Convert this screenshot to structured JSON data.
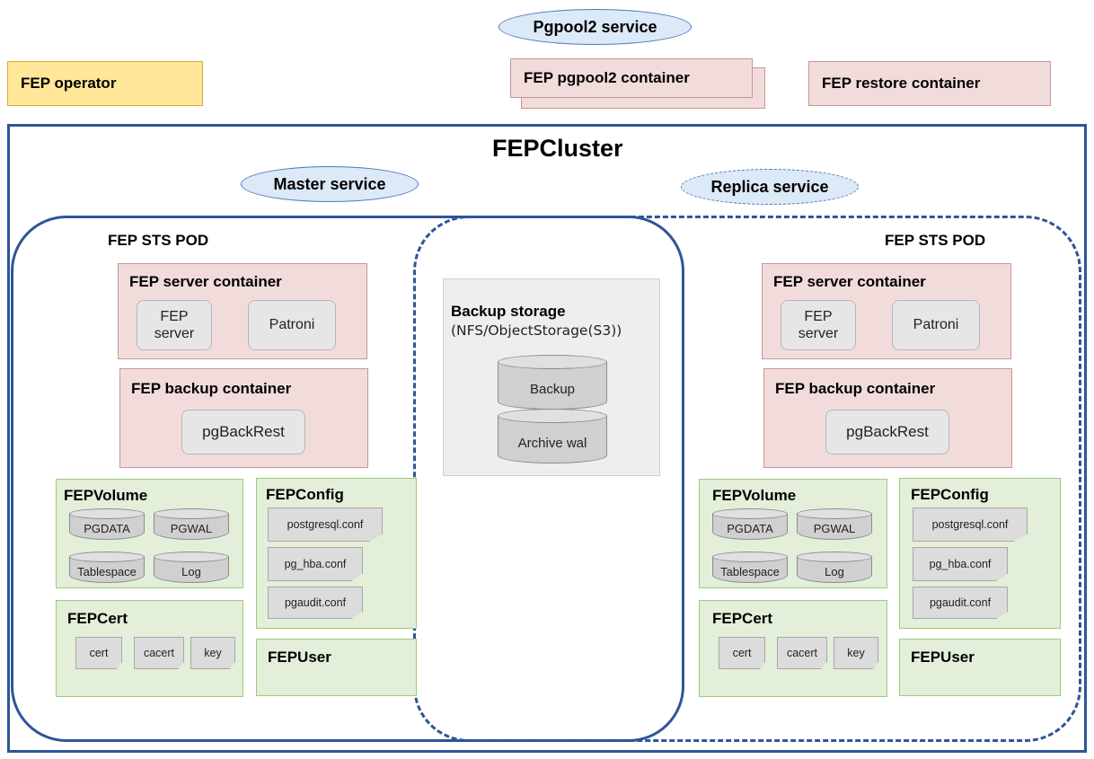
{
  "top": {
    "pgpool_service": "Pgpool2 service",
    "fep_operator": "FEP operator",
    "pgpool_container": "FEP pgpool2 container",
    "restore_container": "FEP restore container"
  },
  "cluster": {
    "title": "FEPCluster",
    "master_service": "Master service",
    "replica_service": "Replica service"
  },
  "left_pod": {
    "title": "FEP STS POD",
    "server_container": "FEP server container",
    "fep_server": "FEP\nserver",
    "patroni": "Patroni",
    "backup_container": "FEP backup container",
    "pgbackrest": "pgBackRest",
    "volume": {
      "title": "FEPVolume",
      "items": [
        "PGDATA",
        "PGWAL",
        "Tablespace",
        "Log"
      ]
    },
    "config": {
      "title": "FEPConfig",
      "files": [
        "postgresql.conf",
        "pg_hba.conf",
        "pgaudit.conf"
      ]
    },
    "cert": {
      "title": "FEPCert",
      "files": [
        "cert",
        "cacert",
        "key"
      ]
    },
    "user": "FEPUser"
  },
  "right_pod": {
    "title": "FEP STS POD",
    "server_container": "FEP server container",
    "fep_server": "FEP\nserver",
    "patroni": "Patroni",
    "backup_container": "FEP backup container",
    "pgbackrest": "pgBackRest",
    "volume": {
      "title": "FEPVolume",
      "items": [
        "PGDATA",
        "PGWAL",
        "Tablespace",
        "Log"
      ]
    },
    "config": {
      "title": "FEPConfig",
      "files": [
        "postgresql.conf",
        "pg_hba.conf",
        "pgaudit.conf"
      ]
    },
    "cert": {
      "title": "FEPCert",
      "files": [
        "cert",
        "cacert",
        "key"
      ]
    },
    "user": "FEPUser"
  },
  "storage": {
    "title": "Backup storage",
    "subtitle": "(NFS/ObjectStorage(S3))",
    "backup": "Backup",
    "archive": "Archive wal"
  },
  "colors": {
    "blue_border": "#2f5597",
    "oval_fill": "#dce9f7",
    "operator_fill": "#ffe699",
    "pink_fill": "#f2dcdb",
    "green_fill": "#e3efd9"
  }
}
